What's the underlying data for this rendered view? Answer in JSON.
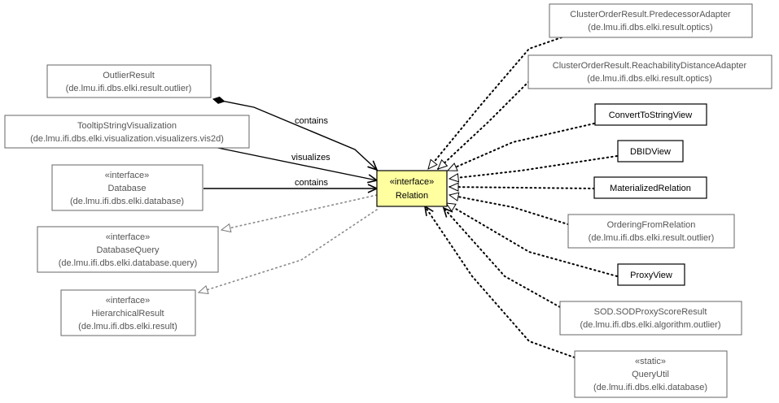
{
  "center": {
    "stereotype": "«interface»",
    "name": "Relation"
  },
  "left": {
    "outlier_result": {
      "name": "OutlierResult",
      "pkg": "(de.lmu.ifi.dbs.elki.result.outlier)"
    },
    "tooltip": {
      "name": "TooltipStringVisualization",
      "pkg": "(de.lmu.ifi.dbs.elki.visualization.visualizers.vis2d)"
    },
    "database": {
      "stereotype": "«interface»",
      "name": "Database",
      "pkg": "(de.lmu.ifi.dbs.elki.database)"
    },
    "database_query": {
      "stereotype": "«interface»",
      "name": "DatabaseQuery",
      "pkg": "(de.lmu.ifi.dbs.elki.database.query)"
    },
    "hierarchical": {
      "stereotype": "«interface»",
      "name": "HierarchicalResult",
      "pkg": "(de.lmu.ifi.dbs.elki.result)"
    }
  },
  "right": {
    "predecessor": {
      "name": "ClusterOrderResult.PredecessorAdapter",
      "pkg": "(de.lmu.ifi.dbs.elki.result.optics)"
    },
    "reachability": {
      "name": "ClusterOrderResult.ReachabilityDistanceAdapter",
      "pkg": "(de.lmu.ifi.dbs.elki.result.optics)"
    },
    "convert": {
      "name": "ConvertToStringView"
    },
    "dbidview": {
      "name": "DBIDView"
    },
    "materialized": {
      "name": "MaterializedRelation"
    },
    "ordering": {
      "name": "OrderingFromRelation",
      "pkg": "(de.lmu.ifi.dbs.elki.result.outlier)"
    },
    "proxy": {
      "name": "ProxyView"
    },
    "sod": {
      "name": "SOD.SODProxyScoreResult",
      "pkg": "(de.lmu.ifi.dbs.elki.algorithm.outlier)"
    },
    "queryutil": {
      "stereotype": "«static»",
      "name": "QueryUtil",
      "pkg": "(de.lmu.ifi.dbs.elki.database)"
    }
  },
  "edges": {
    "contains_outlier": "contains",
    "visualizes": "visualizes",
    "contains_database": "contains"
  }
}
